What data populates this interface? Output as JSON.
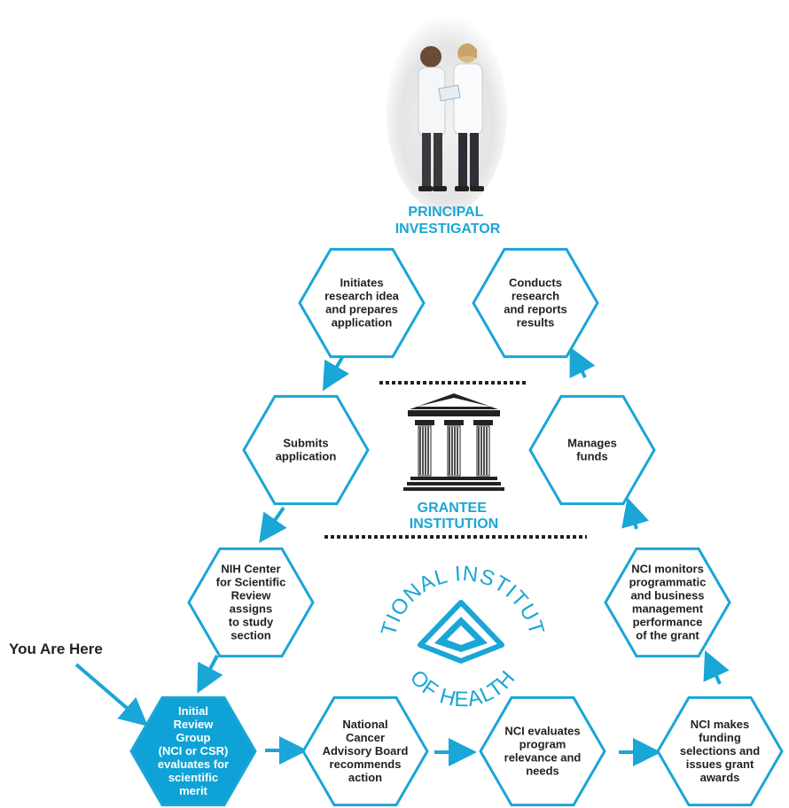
{
  "colors": {
    "accent": "#1aa6d6",
    "text": "#222222",
    "highlight_fill": "#0fa2d6",
    "highlight_text": "#ffffff",
    "institution": "#222222"
  },
  "principal_investigator": {
    "label_lines": [
      "PRINCIPAL",
      "INVESTIGATOR"
    ],
    "image": "two-doctors-photo"
  },
  "grantee_institution": {
    "label_lines": [
      "GRANTEE",
      "INSTITUTION"
    ],
    "icon": "building-columns-icon"
  },
  "nih_logo": {
    "top_text": "NATIONAL INSTITUTES",
    "bottom_text": "OF HEALTH"
  },
  "you_are_here": "You Are Here",
  "steps": [
    {
      "id": "initiates",
      "lines": [
        "Initiates",
        "research idea",
        "and prepares",
        "application"
      ],
      "highlight": false
    },
    {
      "id": "submits",
      "lines": [
        "Submits",
        "application"
      ],
      "highlight": false
    },
    {
      "id": "csr",
      "lines": [
        "NIH Center",
        "for Scientific",
        "Review",
        "assigns",
        "to study",
        "section"
      ],
      "highlight": false
    },
    {
      "id": "irg",
      "lines": [
        "Initial",
        "Review",
        "Group",
        "(NCI or CSR)",
        "evaluates for",
        "scientific",
        "merit"
      ],
      "highlight": true
    },
    {
      "id": "ncab",
      "lines": [
        "National",
        "Cancer",
        "Advisory Board",
        "recommends",
        "action"
      ],
      "highlight": false
    },
    {
      "id": "nci-evaluates",
      "lines": [
        "NCI evaluates",
        "program",
        "relevance and",
        "needs"
      ],
      "highlight": false
    },
    {
      "id": "nci-funding",
      "lines": [
        "NCI makes",
        "funding",
        "selections and",
        "issues grant",
        "awards"
      ],
      "highlight": false
    },
    {
      "id": "nci-monitors",
      "lines": [
        "NCI monitors",
        "programmatic",
        "and business",
        "management",
        "performance",
        "of the grant"
      ],
      "highlight": false
    },
    {
      "id": "manages",
      "lines": [
        "Manages",
        "funds"
      ],
      "highlight": false
    },
    {
      "id": "conducts",
      "lines": [
        "Conducts",
        "research",
        "and reports",
        "results"
      ],
      "highlight": false
    }
  ]
}
